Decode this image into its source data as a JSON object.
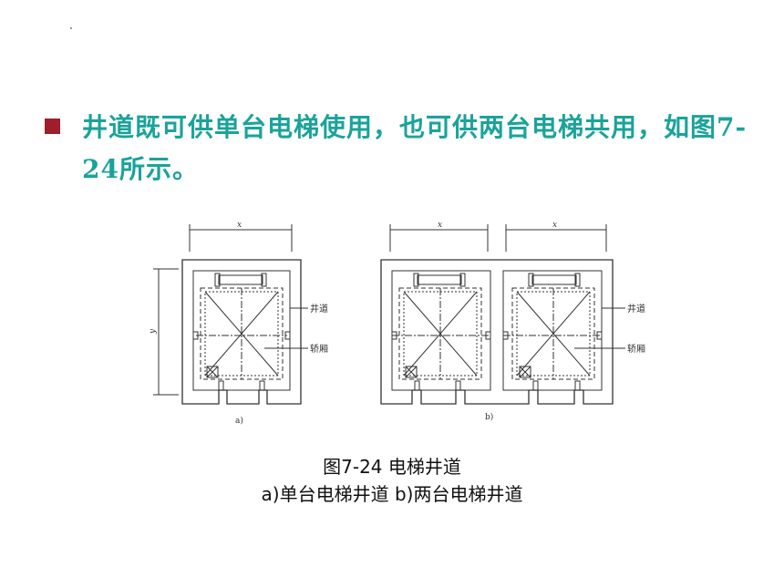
{
  "colors": {
    "bullet": "#a01e2c",
    "text": "#1aa39a"
  },
  "bullet": {
    "icon": "square-bullet-icon",
    "text": "井道既可供单台电梯使用，也可供两台电梯共用，如图7-24所示。"
  },
  "figure": {
    "dim_x": "x",
    "dim_y": "y",
    "label_shaft": "井道",
    "label_car": "轿厢",
    "sub_a": "a)",
    "sub_b": "b)"
  },
  "caption": {
    "line1": "图7-24  电梯井道",
    "line2": "a)单台电梯井道  b)两台电梯井道"
  }
}
